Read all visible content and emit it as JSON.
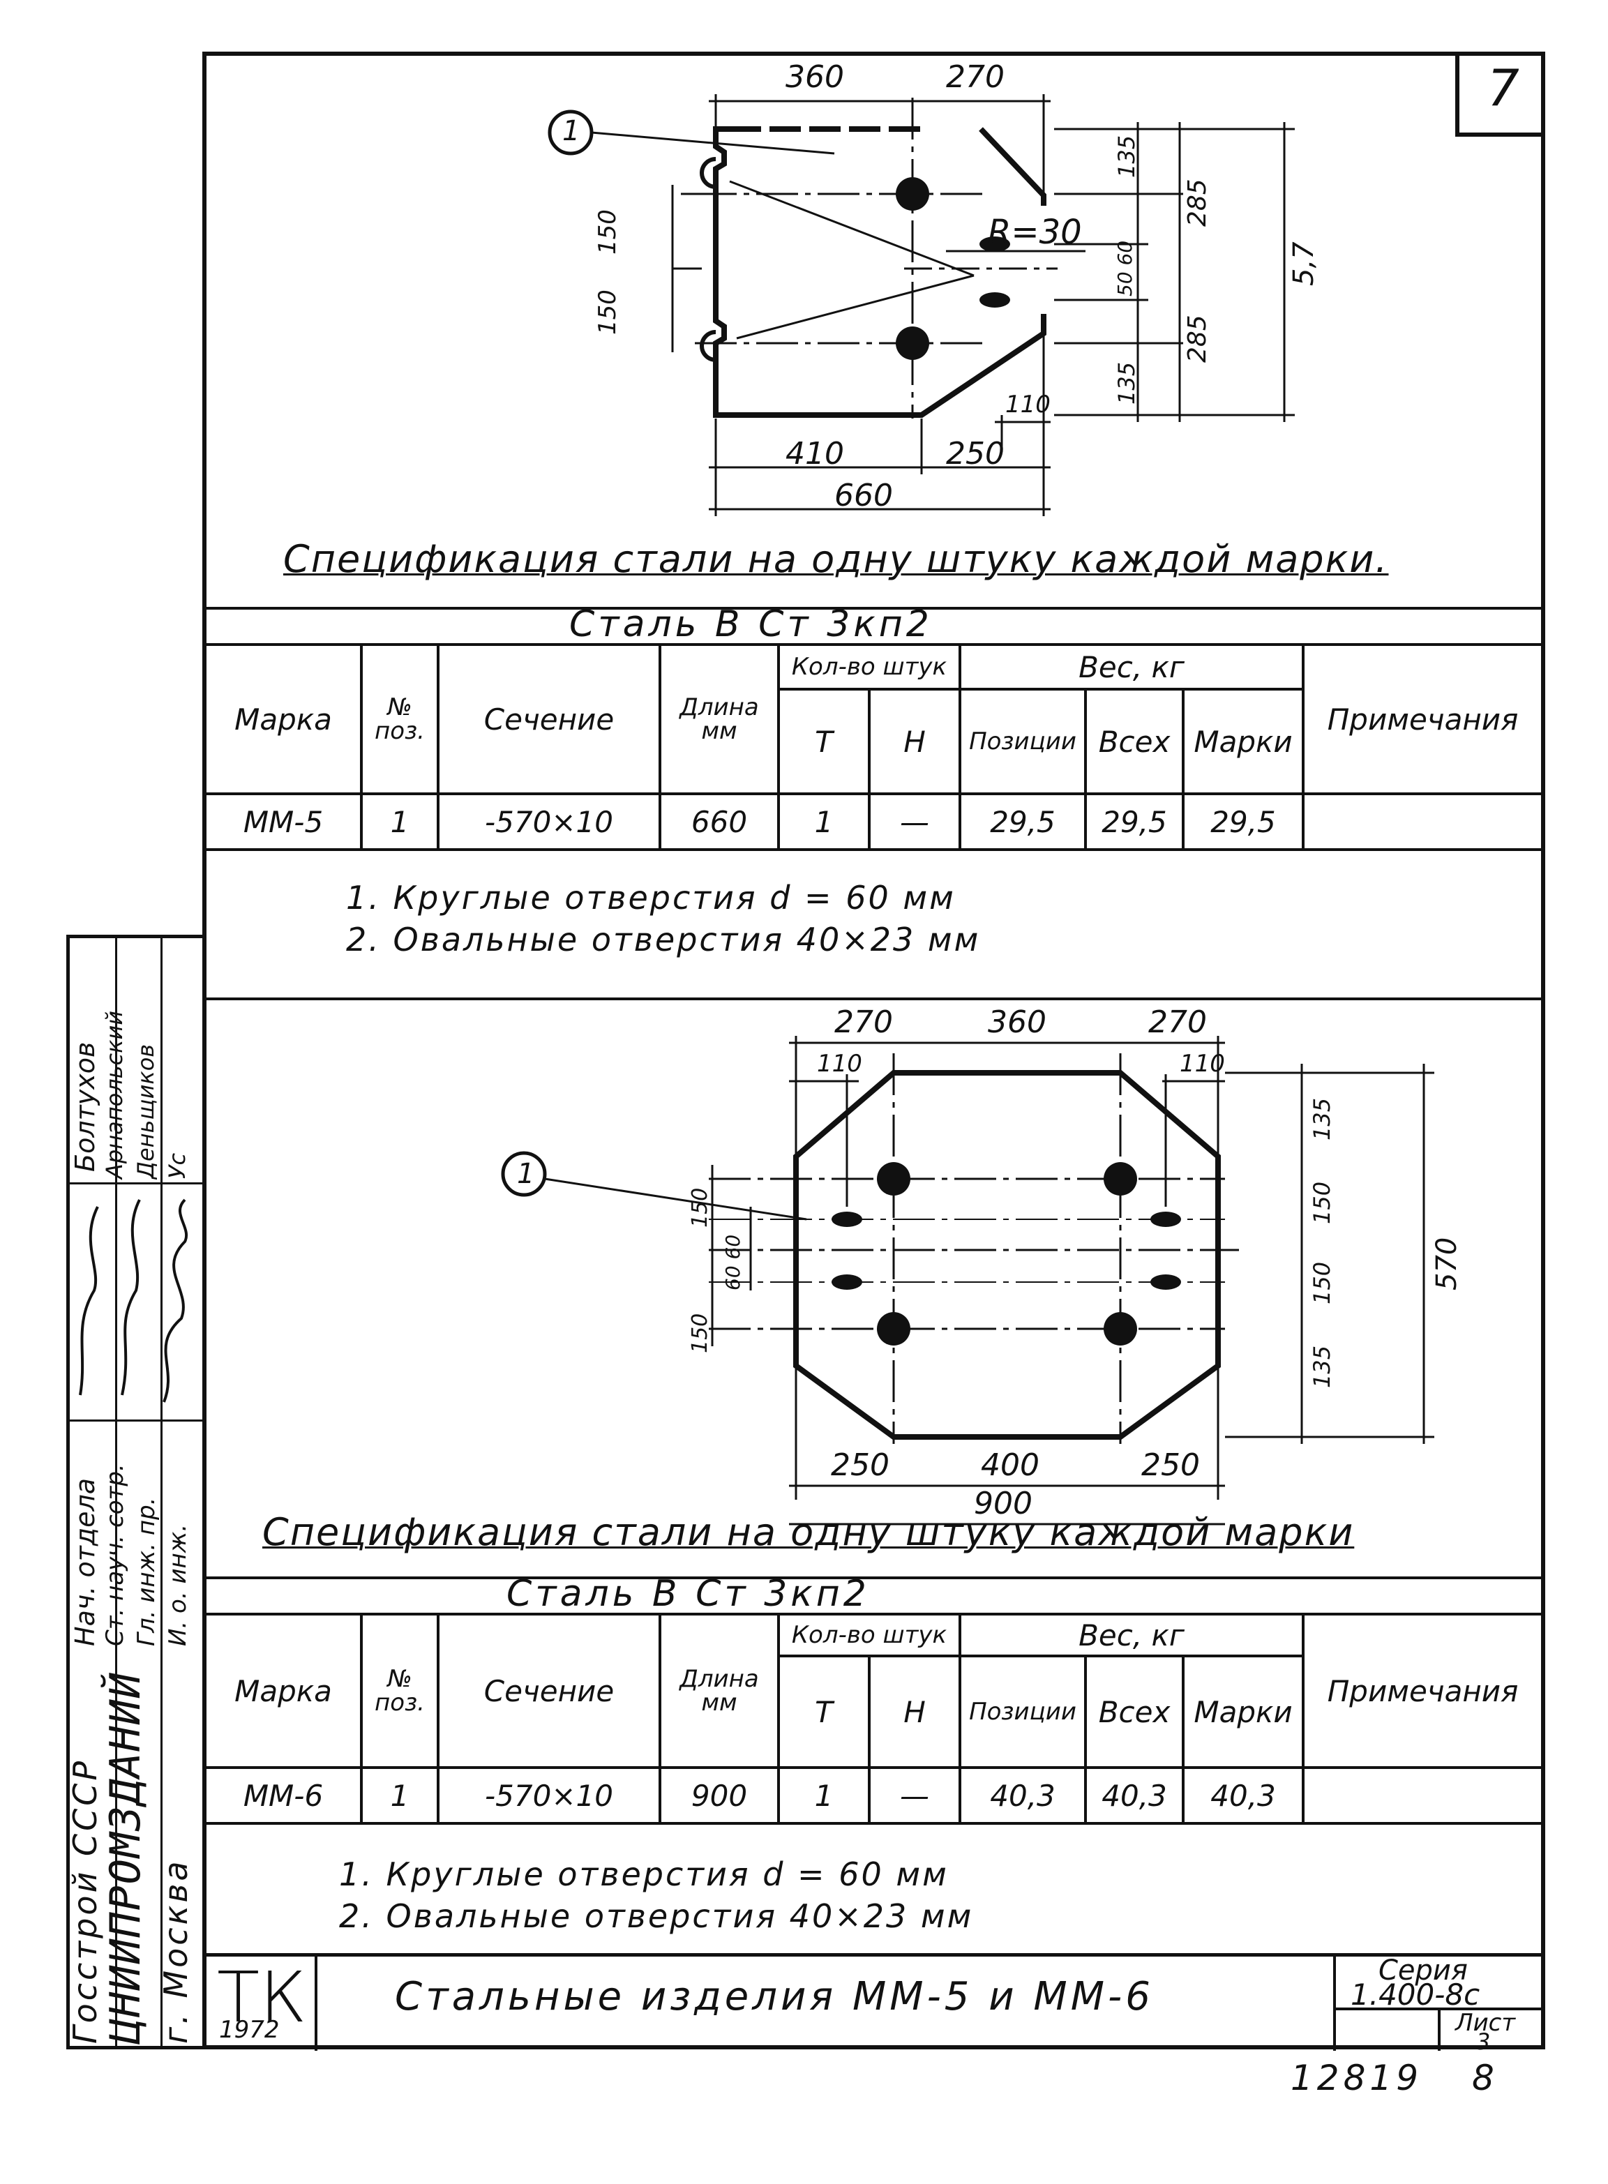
{
  "sheet_corner_number": "7",
  "drawing1": {
    "callout": "1",
    "radius": "R=30",
    "dims": {
      "top_left": "360",
      "top_right": "270",
      "left_upper": "150",
      "left_lower": "150",
      "right_135_top": "135",
      "right_285_top": "285",
      "right_50_60": "50 60",
      "right_285_bottom": "285",
      "right_135_bottom": "135",
      "overall_height": "5,7",
      "bottom_110": "110",
      "bottom_left": "410",
      "bottom_right": "250",
      "overall_width": "660"
    }
  },
  "spec1": {
    "heading": "Спецификация стали на одну штуку каждой марки.",
    "steel": "Сталь В Ст 3кп2",
    "headers": {
      "marka": "Марка",
      "pos": "№ поз.",
      "section": "Сечение",
      "length": "Длина мм",
      "qty": "Кол-во штук",
      "qty_t": "Т",
      "qty_n": "Н",
      "weight": "Вес, кг",
      "w_pos": "Позиции",
      "w_all": "Всех",
      "w_mark": "Марки",
      "notes": "Примечания"
    },
    "row": {
      "marka": "ММ-5",
      "pos": "1",
      "section": "-570×10",
      "length": "660",
      "t": "1",
      "n": "—",
      "w_pos": "29,5",
      "w_all": "29,5",
      "w_mark": "29,5",
      "notes": ""
    },
    "notes": [
      "1. Круглые отверстия d = 60 мм",
      "2. Овальные отверстия 40×23 мм"
    ]
  },
  "drawing2": {
    "callout": "1",
    "dims": {
      "top_left": "270",
      "top_mid": "360",
      "top_right": "270",
      "left_110": "110",
      "right_110": "110",
      "left_150_top": "150",
      "left_60_60": "60 60",
      "left_150_bottom": "150",
      "right_135_top": "135",
      "right_150_top": "150",
      "right_150_bottom": "150",
      "right_135_bottom": "135",
      "overall_height": "570",
      "bottom_left": "250",
      "bottom_mid": "400",
      "bottom_right": "250",
      "overall_width": "900"
    }
  },
  "spec2": {
    "heading": "Спецификация стали на одну штуку каждой марки",
    "steel": "Сталь В Ст 3кп2",
    "row": {
      "marka": "ММ-6",
      "pos": "1",
      "section": "-570×10",
      "length": "900",
      "t": "1",
      "n": "—",
      "w_pos": "40,3",
      "w_all": "40,3",
      "w_mark": "40,3",
      "notes": ""
    },
    "notes": [
      "1. Круглые отверстия d = 60 мм",
      "2. Овальные отверстия 40×23 мм"
    ]
  },
  "titleblock": {
    "tk": "ТК",
    "year": "1972",
    "title": "Стальные изделия ММ-5 и ММ-6",
    "series_label": "Серия",
    "series_value": "1.400-8с",
    "sheet_label": "Лист",
    "sheet_value": "3"
  },
  "sidebar": {
    "org_line1": "Госстрой СССР",
    "org_line2": "ЦНИИПРОМЗДАНИЙ",
    "org_line3": "г. Москва",
    "roles": [
      "Нач. отдела",
      "Ст. науч. сотр.",
      "Гл. инж. пр.",
      "И. о. инж."
    ],
    "names": [
      "Болтухов",
      "Арнапольский",
      "Деньщиков",
      "Ус"
    ]
  },
  "footer": {
    "code": "12819",
    "page": "8"
  }
}
